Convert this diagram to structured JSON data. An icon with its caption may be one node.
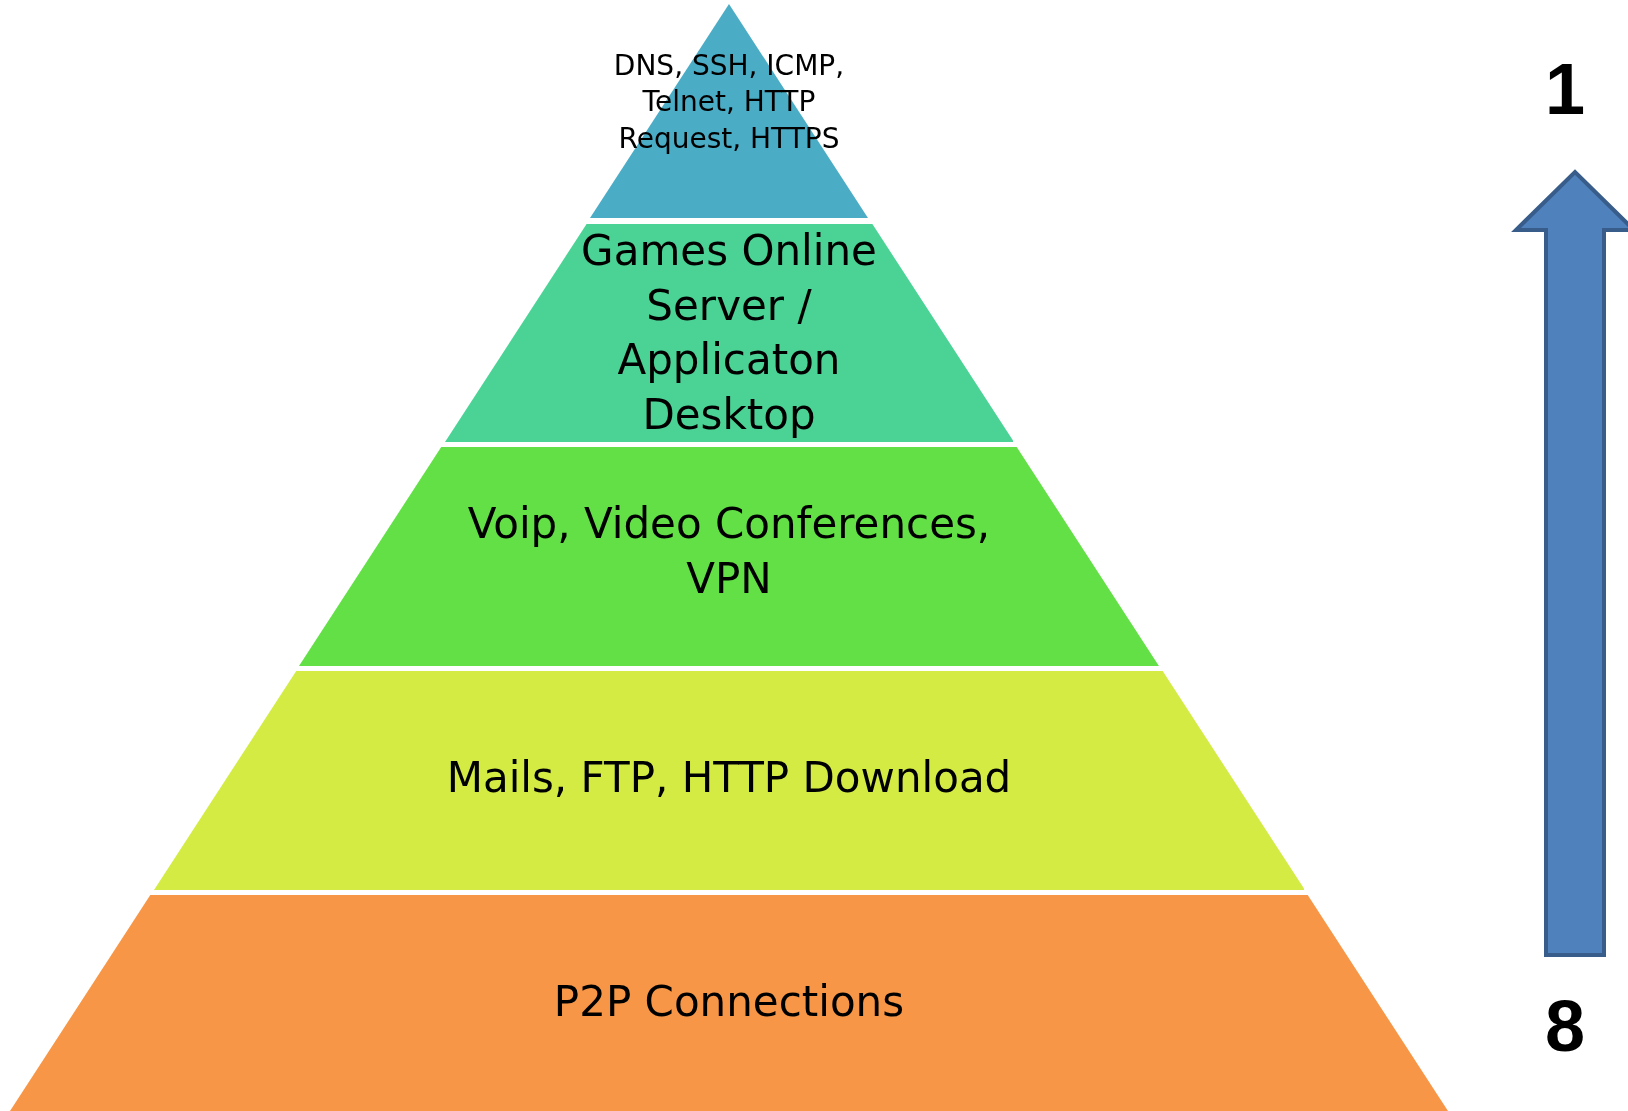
{
  "diagram": {
    "nodes": [
      {
        "text": [
          "DNS, SSH, ICMP, Telnet, HTTP Request, HTTPS"
        ]
      },
      {
        "text": [
          "Games Online Server / Applicaton Desktop"
        ]
      },
      {
        "text": [
          "Voip, Video Conferences, VPN"
        ]
      },
      {
        "text": [
          "Mails, FTP, HTTP Download"
        ]
      },
      {
        "text": [
          "P2P Connections"
        ]
      }
    ],
    "edges": [],
    "labels": [
      "1",
      "8"
    ]
  }
}
